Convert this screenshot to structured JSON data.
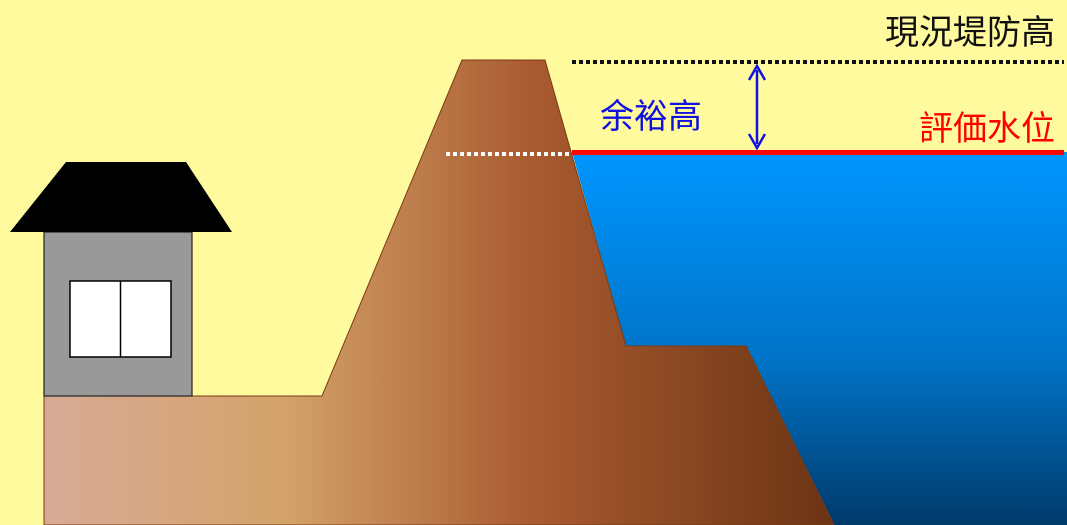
{
  "labels": {
    "current_levee_height": "現況堤防高",
    "freeboard": "余裕高",
    "evaluation_water_level": "評価水位"
  },
  "colors": {
    "background": "#FFFA9E",
    "current_levee_line": "#111111",
    "freeboard_text": "#1010E0",
    "freeboard_arrow": "#1010E0",
    "evaluation_line": "#FF0000",
    "evaluation_text": "#FF0000",
    "water_top": "#0096FF",
    "water_bottom": "#003A6B",
    "levee_light": "#D7AA96",
    "levee_dark": "#6B3414",
    "house_roof": "#000000",
    "house_wall": "#999999",
    "house_window": "#FFFFFF",
    "dashed_white": "#FFFFFF"
  }
}
